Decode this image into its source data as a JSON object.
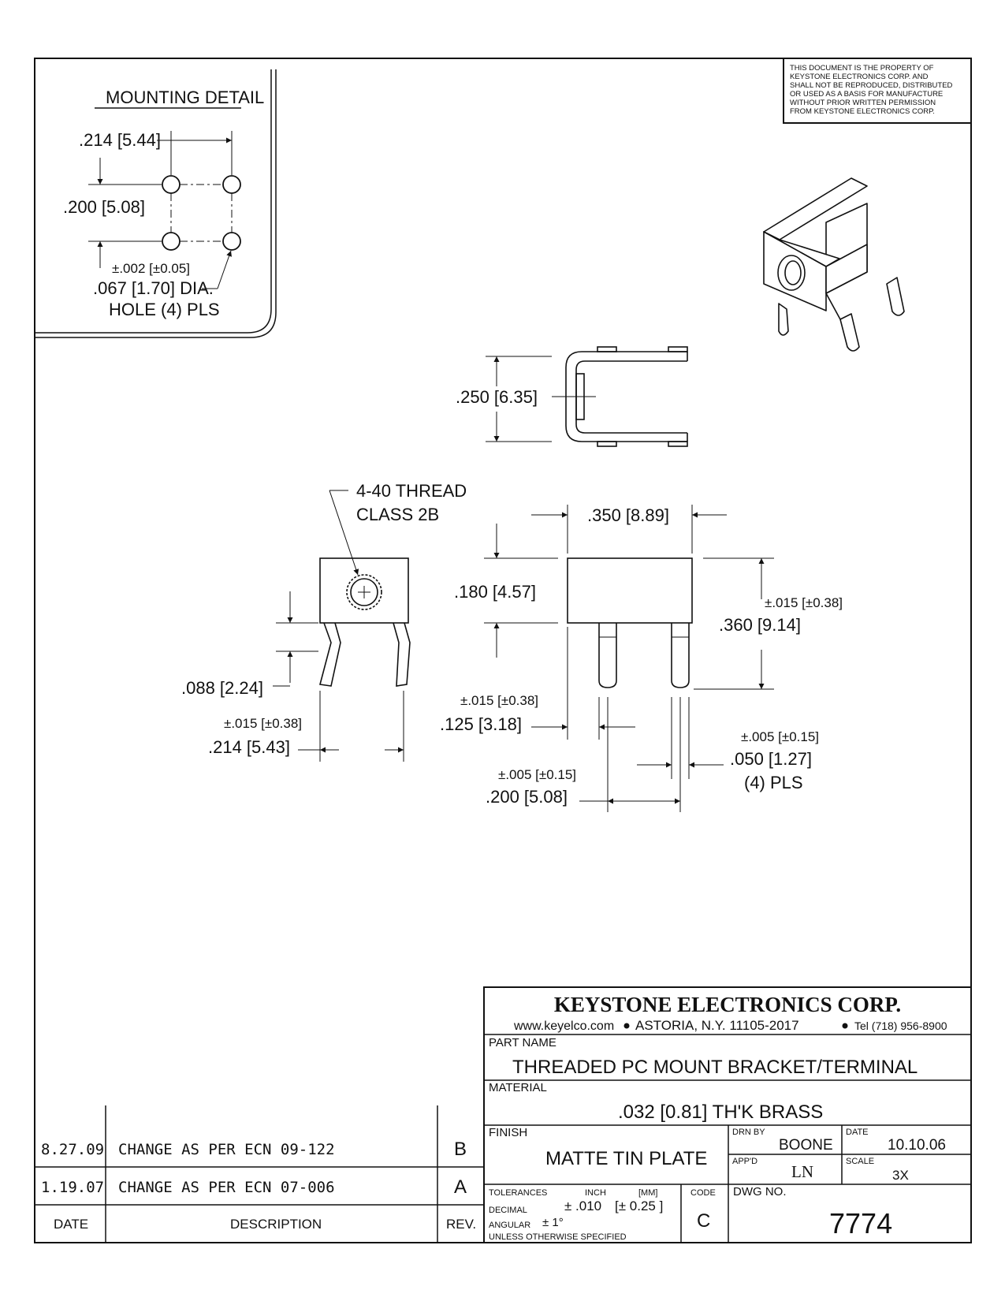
{
  "notice": {
    "lines": [
      "THIS DOCUMENT IS THE PROPERTY OF",
      "KEYSTONE ELECTRONICS CORP. AND",
      "SHALL NOT BE REPRODUCED, DISTRIBUTED",
      "OR USED AS A BASIS FOR MANUFACTURE",
      "WITHOUT PRIOR WRITTEN PERMISSION",
      "FROM KEYSTONE ELECTRONICS CORP."
    ]
  },
  "mounting_detail": {
    "title": "MOUNTING DETAIL",
    "dim_width": ".214 [5.44]",
    "dim_height": ".200 [5.08]",
    "hole_tol": "±.002 [±0.05]",
    "hole_dia": ".067 [1.70] DIA.",
    "hole_count": "HOLE (4) PLS"
  },
  "top_view": {
    "dim_depth": ".250 [6.35]"
  },
  "side_view": {
    "thread": "4-40 THREAD",
    "thread_class": "CLASS 2B",
    "dim_height": ".088 [2.24]",
    "dim_width_tol": "±.015 [±0.38]",
    "dim_width": ".214 [5.43]"
  },
  "front_view": {
    "dim_width": ".350 [8.89]",
    "dim_body": ".180 [4.57]",
    "dim_total_tol": "±.015 [±0.38]",
    "dim_total": ".360 [9.14]",
    "dim_leg_tol": "±.015 [±0.38]",
    "dim_leg": ".125 [3.18]",
    "dim_pin_tol": "±.005 [±0.15]",
    "dim_pin": ".050 [1.27]",
    "dim_pin_count": "(4) PLS",
    "dim_pitch_tol": "±.005 [±0.15]",
    "dim_pitch": ".200 [5.08]"
  },
  "revisions": [
    {
      "date": "8.27.09",
      "description": "CHANGE AS PER ECN 09-122",
      "rev": "B"
    },
    {
      "date": "1.19.07",
      "description": "CHANGE AS PER ECN 07-006",
      "rev": "A"
    }
  ],
  "revision_headers": {
    "date": "DATE",
    "description": "DESCRIPTION",
    "rev": "REV."
  },
  "title_block": {
    "company": "KEYSTONE ELECTRONICS CORP.",
    "contact_web": "www.keyelco.com",
    "contact_city": "ASTORIA, N.Y. 11105-2017",
    "contact_tel": "Tel (718) 956-8900",
    "part_name_label": "PART NAME",
    "part_name": "THREADED PC MOUNT BRACKET/TERMINAL",
    "material_label": "MATERIAL",
    "material": ".032 [0.81] TH'K BRASS",
    "finish_label": "FINISH",
    "finish": "MATTE TIN PLATE",
    "drn_label": "DRN BY",
    "drn": "BOONE",
    "date_label": "DATE",
    "date": "10.10.06",
    "appd_label": "APP'D",
    "appd": "LN",
    "scale_label": "SCALE",
    "scale": "3X",
    "tolerances_label": "TOLERANCES",
    "inch_label": "INCH",
    "mm_label": "[MM]",
    "code_label": "CODE",
    "decimal_label": "DECIMAL",
    "decimal_inch": "± .010",
    "decimal_mm": "[± 0.25 ]",
    "angular_label": "ANGULAR",
    "angular": "± 1°",
    "unless": "UNLESS OTHERWISE SPECIFIED",
    "code": "C",
    "dwg_label": "DWG NO.",
    "dwg_no": "7774"
  }
}
